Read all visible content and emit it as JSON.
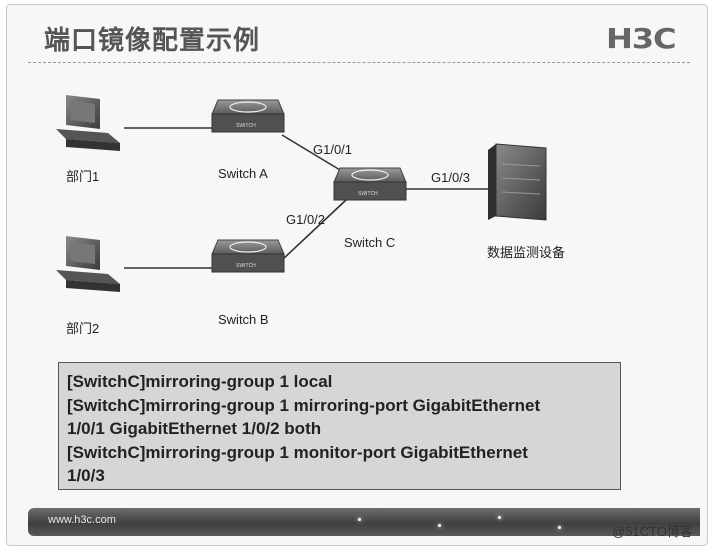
{
  "slide": {
    "title": "端口镜像配置示例",
    "logo": "H3C",
    "footer_url": "www.h3c.com",
    "watermark": "@51CTO博客"
  },
  "diagram": {
    "nodes": {
      "dept1": {
        "label": "部门1"
      },
      "dept2": {
        "label": "部门2"
      },
      "switch_a": {
        "label": "Switch A",
        "device_text": "SWITCH"
      },
      "switch_b": {
        "label": "Switch B",
        "device_text": "SWITCH"
      },
      "switch_c": {
        "label": "Switch C",
        "device_text": "SWITCH"
      },
      "monitor": {
        "label": "数据监测设备"
      }
    },
    "ports": {
      "p1": "G1/0/1",
      "p2": "G1/0/2",
      "p3": "G1/0/3"
    }
  },
  "config": {
    "lines": [
      "[SwitchC]mirroring-group 1 local",
      "[SwitchC]mirroring-group 1 mirroring-port GigabitEthernet",
      "1/0/1 GigabitEthernet 1/0/2 both",
      "[SwitchC]mirroring-group 1 monitor-port GigabitEthernet",
      "1/0/3"
    ]
  }
}
